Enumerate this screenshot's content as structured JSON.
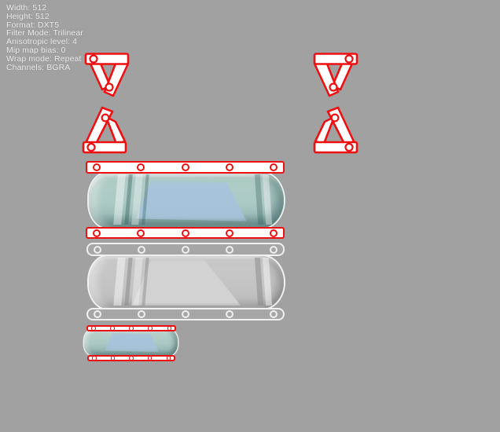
{
  "colors": {
    "background": "#a1a1a1",
    "outline_red": "#ee1010",
    "island_white": "#ffffff",
    "outline_gray_white": "#f0f0f0",
    "glass_teal": "#abc9c5",
    "glass_blue": "#a6c3dc",
    "glass_gray": "#c3c3c3",
    "text": "#efefef"
  },
  "info_panel": {
    "lines": [
      "Width: 512",
      "Height: 512",
      "Format: DXT5",
      "Filter Mode: Trilinear",
      "Anisotropic level: 4",
      "Mip map bias: 0",
      "Wrap mode: Repeat",
      "Channels: BGRA"
    ]
  }
}
